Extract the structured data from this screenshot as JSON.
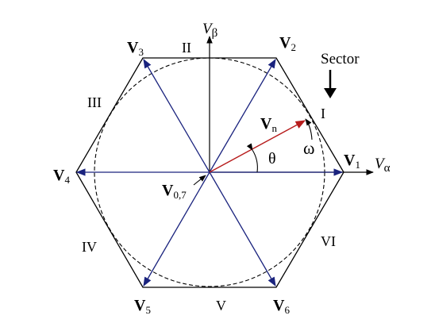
{
  "diagram": {
    "vectors": [
      {
        "id": "v1",
        "base": "V",
        "sub": "1"
      },
      {
        "id": "v2",
        "base": "V",
        "sub": "2"
      },
      {
        "id": "v3",
        "base": "V",
        "sub": "3"
      },
      {
        "id": "v4",
        "base": "V",
        "sub": "4"
      },
      {
        "id": "v5",
        "base": "V",
        "sub": "5"
      },
      {
        "id": "v6",
        "base": "V",
        "sub": "6"
      }
    ],
    "zero_vector": {
      "base": "V",
      "sub": "0,7"
    },
    "reference_vector": {
      "base": "V",
      "sub": "n"
    },
    "axis_alpha": {
      "base": "V",
      "sub": "α"
    },
    "axis_beta": {
      "base": "V",
      "sub": "β"
    },
    "sectors": [
      "I",
      "II",
      "III",
      "IV",
      "V",
      "VI"
    ],
    "sector_title": "Sector",
    "angle_symbol": "θ",
    "speed_symbol": "ω",
    "colors": {
      "vector": "#1a237e",
      "reference": "#b71c1c",
      "outline": "#000000",
      "circle": "#000000"
    }
  }
}
